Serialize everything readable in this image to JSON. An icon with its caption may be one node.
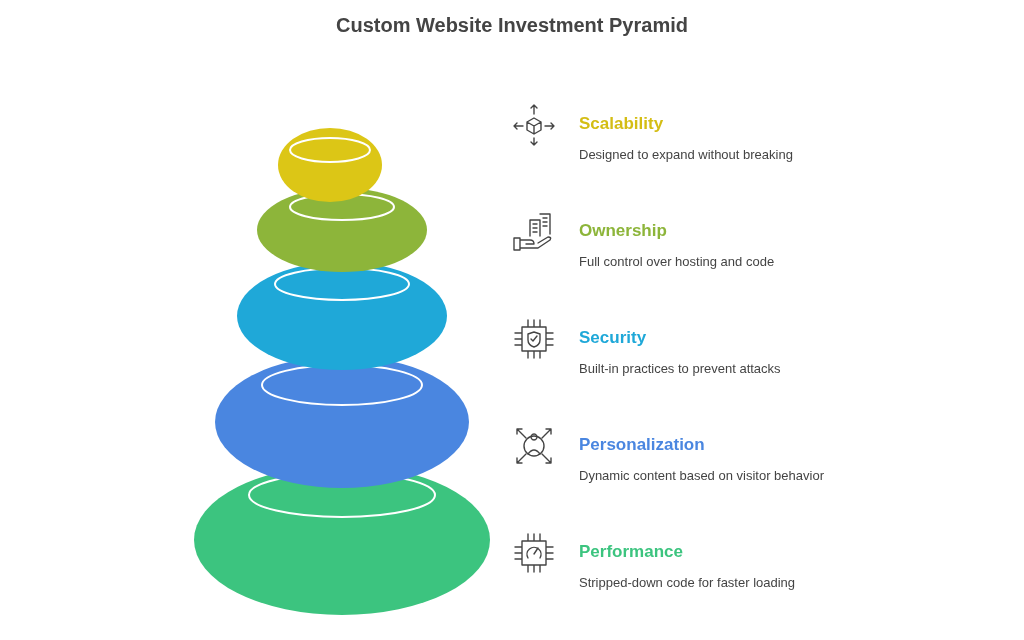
{
  "diagram": {
    "title": "Custom Website Investment Pyramid",
    "labels": [
      "Scalability",
      "Designed to expand without breaking",
      "Ownership",
      "Full control over hosting and code",
      "Security",
      "Built-in practices to prevent attacks",
      "Personalization",
      "Dynamic content based on visitor behavior",
      "Performance",
      "Stripped-down code for faster loading"
    ]
  }
}
